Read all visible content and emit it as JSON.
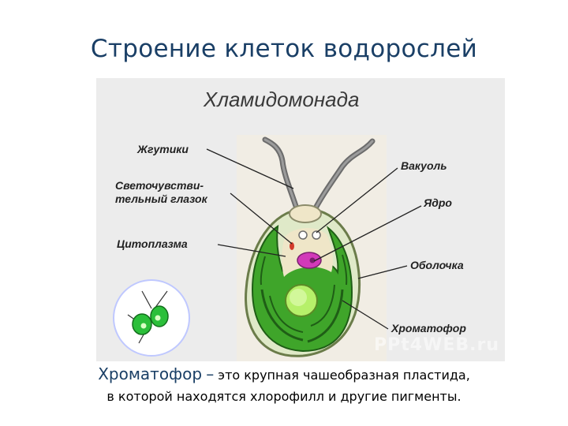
{
  "slide_title": "Строение клеток водорослей",
  "figure": {
    "title": "Хламидомонада",
    "labels": {
      "flagella": "Жгутики",
      "eyespot_line1": "Светочувстви-",
      "eyespot_line2": "тельный глазок",
      "cytoplasm": "Цитоплазма",
      "vacuole": "Вакуоль",
      "nucleus": "Ядро",
      "membrane": "Оболочка",
      "chromatophore": "Хроматофор"
    },
    "watermark": "PPt4WEB.ru"
  },
  "caption": {
    "term": "Хроматофор",
    "dash": "–",
    "line1_rest": "это крупная чашеобразная пластида,",
    "line2": "в которой находятся хлорофилл и другие пигменты."
  },
  "colors": {
    "title": "#1a3f66",
    "cell_green": "#3fa52a",
    "dark_green": "#1f5e16",
    "nucleus": "#d23ab9",
    "pyrenoid": "#b6f06a",
    "cytoplasm": "#efe6c8"
  }
}
